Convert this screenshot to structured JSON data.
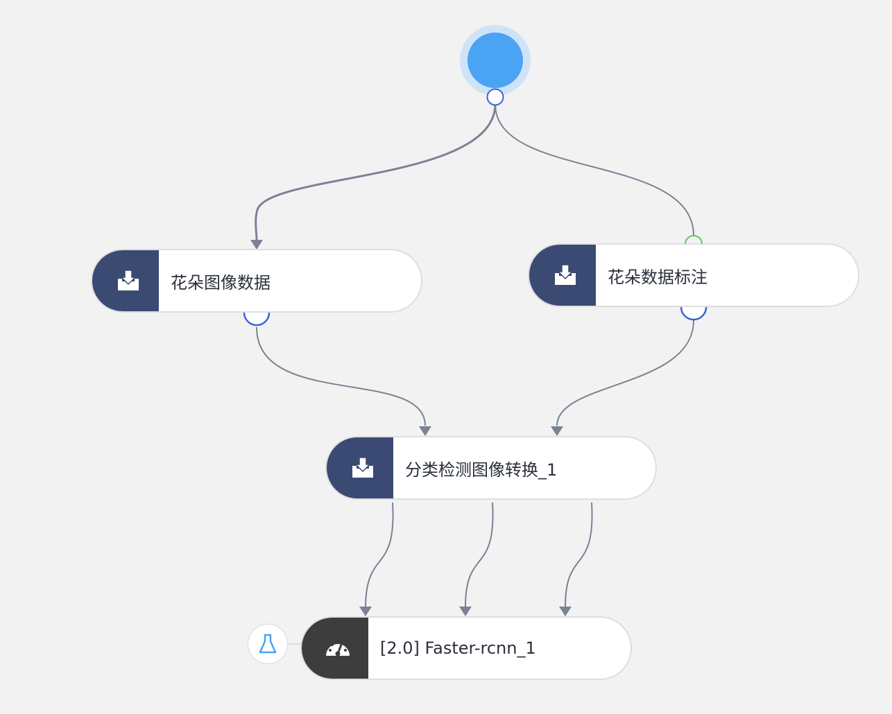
{
  "diagram": {
    "start": {
      "name": "start-node"
    },
    "nodes": [
      {
        "id": "n1",
        "label": "花朵图像数据",
        "icon": "dataset-import-icon"
      },
      {
        "id": "n2",
        "label": "花朵数据标注",
        "icon": "dataset-import-icon"
      },
      {
        "id": "n3",
        "label": "分类检测图像转换_1",
        "icon": "dataset-import-icon"
      },
      {
        "id": "n4",
        "label": "[2.0] Faster-rcnn_1",
        "icon": "dashboard-gauge-icon"
      }
    ],
    "badges": [
      {
        "for": "n4",
        "icon": "flask-icon"
      }
    ],
    "edges": [
      {
        "from": "start",
        "to": "n1"
      },
      {
        "from": "start",
        "to": "n2"
      },
      {
        "from": "n1",
        "to": "n3"
      },
      {
        "from": "n2",
        "to": "n3"
      },
      {
        "from": "n3",
        "to": "n4"
      },
      {
        "from": "n3",
        "to": "n4"
      },
      {
        "from": "n3",
        "to": "n4"
      }
    ],
    "colors": {
      "canvas": "#f2f2f2",
      "edge": "#7a8294",
      "data_node_accent": "#3b4a72",
      "model_node_accent": "#3d3d3d",
      "start_node": "#4aa3f3",
      "port_outline": "#3a64d8",
      "port_input_ok": "#5cc75c"
    }
  }
}
